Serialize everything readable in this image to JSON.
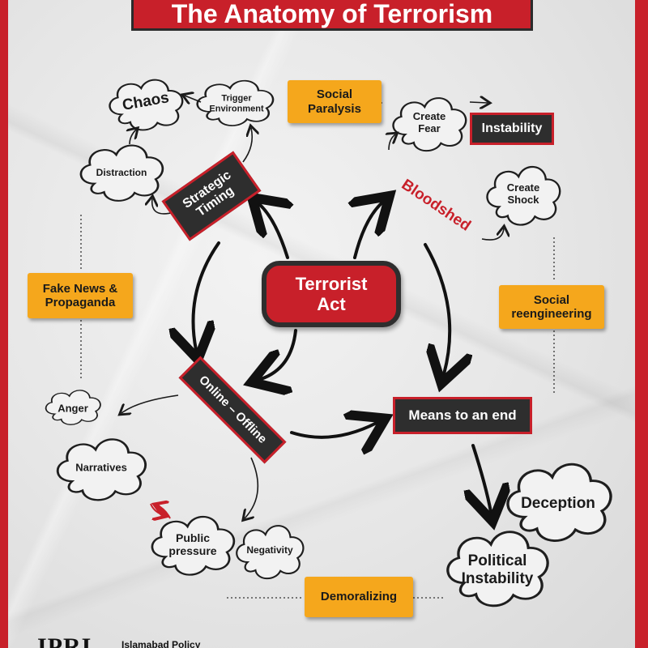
{
  "title": "The Anatomy of Terrorism",
  "center": "Terrorist\nAct",
  "red_labels": {
    "strategic_timing": "Strategic\nTiming",
    "online_offline": "Online – Offline",
    "instability": "Instability",
    "means_to_an_end": "Means to an end",
    "bloodshed": "Bloodshed"
  },
  "yellow_labels": {
    "social_paralysis": "Social\nParalysis",
    "fake_news": "Fake News &\nPropaganda",
    "social_reengineering": "Social\nreengineering",
    "demoralizing": "Demoralizing"
  },
  "clouds": {
    "chaos": "Chaos",
    "trigger_environment": "Trigger\nEnvironment",
    "distraction": "Distraction",
    "create_fear": "Create\nFear",
    "create_shock": "Create\nShock",
    "anger": "Anger",
    "narratives": "Narratives",
    "public_pressure": "Public\npressure",
    "negativity": "Negativity",
    "deception": "Deception",
    "political_instability": "Political\nInstability"
  },
  "footer": {
    "logo": "IPRI",
    "subtitle": "Islamabad Policy"
  },
  "colors": {
    "accent_red": "#c8202a",
    "dark": "#2e2e2e",
    "yellow": "#f5a71c"
  }
}
